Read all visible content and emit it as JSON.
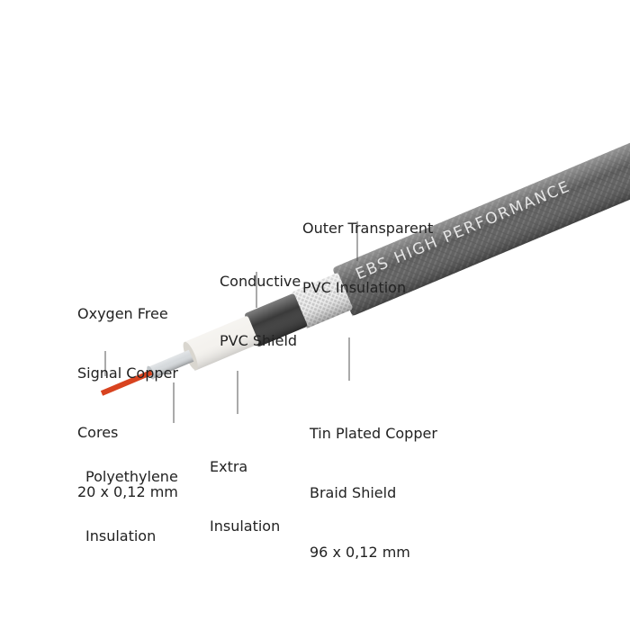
{
  "cable_print": "EBS  HIGH  PERFORMANCE",
  "labels": {
    "outer": [
      "Outer Transparent",
      "PVC Insulation"
    ],
    "conductive": [
      "Conductive",
      "PVC Shield"
    ],
    "core": [
      "Oxygen Free",
      "Signal Copper",
      "Cores",
      "20 x 0,12 mm"
    ],
    "braid": [
      "Tin Plated Copper",
      "Braid Shield",
      "96 x 0,12 mm"
    ],
    "poly": [
      "Polyethylene",
      "Insulation"
    ],
    "extra": [
      "Extra",
      "Insulation"
    ]
  },
  "colors": {
    "core": "#d8431f",
    "outer": "#5e5e5e",
    "shield": "#3a3a3a",
    "braid": "#d8d8d8",
    "insulation": "#f4f2ee",
    "text": "#222222"
  }
}
